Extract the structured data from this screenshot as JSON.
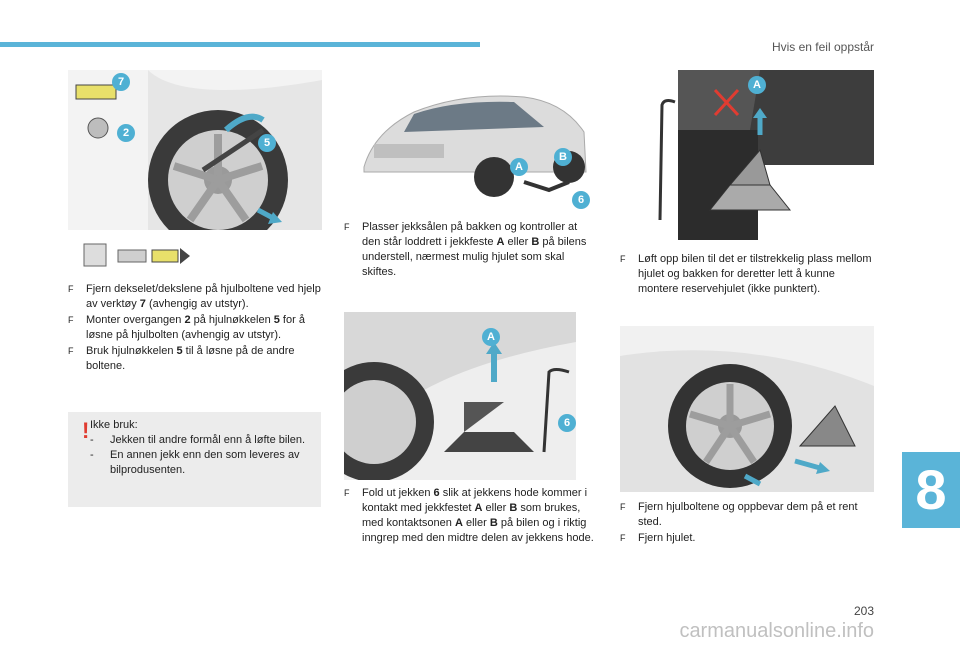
{
  "header": {
    "section_title": "Hvis en feil oppstår"
  },
  "chapter_tab": "8",
  "page_number": "203",
  "watermark": "carmanualsonline.info",
  "colors": {
    "accent": "#5ab4d8",
    "callout": "#4fb0d3",
    "warning": "#e03c31",
    "arrow": "#4fa9c8"
  },
  "figures": {
    "fig1": {
      "callouts": [
        "7",
        "2",
        "5"
      ]
    },
    "fig2": {
      "callouts": [
        "A",
        "B",
        "6"
      ]
    },
    "fig3": {
      "callouts": [
        "A",
        "6"
      ]
    },
    "fig4": {
      "callouts": [
        "A"
      ]
    }
  },
  "col1": {
    "items": [
      {
        "marker": "F",
        "parts": [
          "Fjern dekselet/dekslene på hjulboltene ved hjelp av verktøy ",
          "7",
          " (avhengig av utstyr)."
        ]
      },
      {
        "marker": "F",
        "parts": [
          "Monter overgangen ",
          "2",
          " på hjulnøkkelen ",
          "5",
          " for å løsne på hjulbolten (avhengig av utstyr)."
        ]
      },
      {
        "marker": "F",
        "parts": [
          "Bruk hjulnøkkelen ",
          "5",
          " til å løsne på de andre boltene."
        ]
      }
    ],
    "warning": {
      "title": "Ikke bruk:",
      "lines": [
        "Jekken til andre formål enn å løfte bilen.",
        "En annen jekk enn den som leveres av bilprodusenten."
      ]
    }
  },
  "col2": {
    "item1": {
      "marker": "F",
      "parts": [
        "Plasser jekksålen på bakken og kontroller at den står loddrett i jekkfeste ",
        "A",
        " eller ",
        "B",
        " på bilens understell, nærmest mulig hjulet som skal skiftes."
      ]
    },
    "item2": {
      "marker": "F",
      "parts": [
        "Fold ut jekken ",
        "6",
        " slik at jekkens hode kommer i kontakt med jekkfestet ",
        "A",
        " eller ",
        "B",
        " som brukes, med kontaktsonen ",
        "A",
        " eller ",
        "B",
        " på bilen og i riktig inngrep med den midtre delen av jekkens hode."
      ]
    }
  },
  "col3": {
    "item1": {
      "marker": "F",
      "text": "Løft opp bilen til det er tilstrekkelig plass mellom hjulet og bakken for deretter lett å kunne montere reservehjulet (ikke punktert)."
    },
    "item2": {
      "marker": "F",
      "text": "Fjern hjulboltene og oppbevar dem på et rent sted."
    },
    "item3": {
      "marker": "F",
      "text": "Fjern hjulet."
    }
  }
}
